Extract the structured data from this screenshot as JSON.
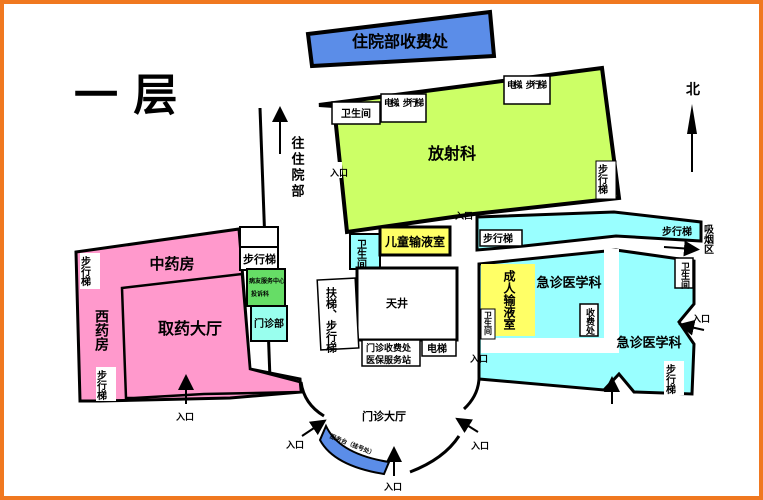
{
  "floor_title": "一 层",
  "north": "北",
  "colors": {
    "border": "#f07820",
    "radiology": "#ccff66",
    "pharmacy": "#ff99cc",
    "emergency": "#99ffff",
    "infusion": "#ffff66",
    "cashier": "#5b8de8",
    "service": "#66dd66",
    "outpatient": "#99ffee"
  },
  "rooms": {
    "inpatient_cashier": "住院部收费处",
    "radiology": "放射科",
    "toilet": "卫生间",
    "elevator_stairs": "电梯、步行梯",
    "stairs": "步行梯",
    "to_inpatient": "往住院部",
    "children_infusion": "儿童输液室",
    "atrium": "天井",
    "escalator_stairs": "扶梯、步行梯",
    "outpatient_cashier_1": "门诊收费处",
    "outpatient_cashier_2": "医保服务站",
    "elevator": "电梯",
    "chinese_pharmacy": "中药房",
    "western_pharmacy": "西药房",
    "pickup_hall": "取药大厅",
    "patient_service_1": "病友服务中心",
    "patient_service_2": "投诉科",
    "outpatient_dept": "门诊部",
    "adult_infusion": "成人输液室",
    "emergency": "急诊医学科",
    "cashier": "收费处",
    "smoking_area": "吸烟区",
    "outpatient_hall": "门诊大厅",
    "service_desk": "服务台（挂号处）",
    "entrance": "入口"
  }
}
